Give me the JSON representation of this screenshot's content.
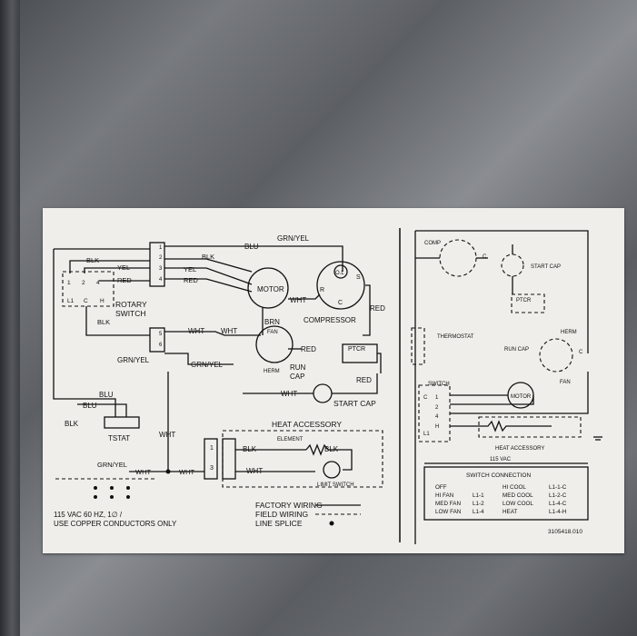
{
  "left_diagram": {
    "wire_blu_top": "BLU",
    "wire_blk_1": "BLK",
    "wire_yel_1": "YEL",
    "wire_red_1": "RED",
    "wire_blk_2": "BLK",
    "wire_yel_2": "YEL",
    "wire_red_2": "RED",
    "grn_yel_top": "GRN/YEL",
    "rotary_switch": "ROTARY\nSWITCH",
    "rotary_line1": "ROTARY",
    "rotary_line2": "SWITCH",
    "switch_terms": [
      "L1",
      "C",
      "H"
    ],
    "switch_nums": [
      "1",
      "2",
      "4"
    ],
    "wire_blk_3": "BLK",
    "motor": "MOTOR",
    "compressor": "COMPRESSOR",
    "comp_terms": [
      "O.L",
      "R",
      "S",
      "C"
    ],
    "wht_1": "WHT",
    "wht_2": "WHT",
    "wht_3": "WHT",
    "brn": "BRN",
    "fan": "FAN",
    "herm": "HERM",
    "run_cap_1": "RUN",
    "run_cap_2": "CAP",
    "red_a": "RED",
    "red_b": "RED",
    "red_c": "RED",
    "ptcr": "PTCR",
    "grn_yel_mid": "GRN/YEL",
    "grn_yel_sw": "GRN/YEL",
    "blu_a": "BLU",
    "blu_b": "BLU",
    "blk_left": "BLK",
    "tstat": "TSTAT",
    "wht_start": "WHT",
    "start_cap": "START CAP",
    "heat_accessory": "HEAT ACCESSORY",
    "element": "ELEMENT",
    "blk_heat_1": "BLK",
    "blk_heat_2": "BLK",
    "wht_heat_1": "WHT",
    "wht_heat_2": "WHT",
    "wht_heat_3": "WHT",
    "limit_switch": "LIMIT SWITCH",
    "wht_vert": "WHT",
    "terminal_nums": [
      "1",
      "2",
      "3",
      "4",
      "5",
      "6"
    ],
    "acc_nums": [
      "1",
      "3"
    ],
    "power_line1": "115 VAC 60 HZ, 1∅ /",
    "power_line2": "USE COPPER CONDUCTORS ONLY",
    "legend_factory": "FACTORY WIRING",
    "legend_field": "FIELD WIRING",
    "legend_splice": "LINE SPLICE"
  },
  "right_diagram": {
    "comp": "COMP",
    "start_cap": "START CAP",
    "ptcr": "PTCR",
    "thermostat": "THERMOSTAT",
    "herm": "HERM",
    "run_cap": "RUN CAP",
    "fan": "FAN",
    "c": "C",
    "switch": "SWITCH",
    "motor": "MOTOR",
    "heat_accessory": "HEAT ACCESSORY",
    "vac": "115 VAC",
    "switch_terms": [
      "1",
      "2",
      "4",
      "H",
      "C",
      "L1"
    ],
    "table_title": "SWITCH CONNECTION",
    "table_rows": [
      [
        "OFF",
        "",
        "HI COOL",
        "L1-1-C"
      ],
      [
        "HI FAN",
        "L1-1",
        "MED COOL",
        "L1-2-C"
      ],
      [
        "MED FAN",
        "L1-2",
        "LOW COOL",
        "L1-4-C"
      ],
      [
        "LOW FAN",
        "L1-4",
        "HEAT",
        "L1-4-H"
      ]
    ],
    "part_number": "3105418.010"
  }
}
